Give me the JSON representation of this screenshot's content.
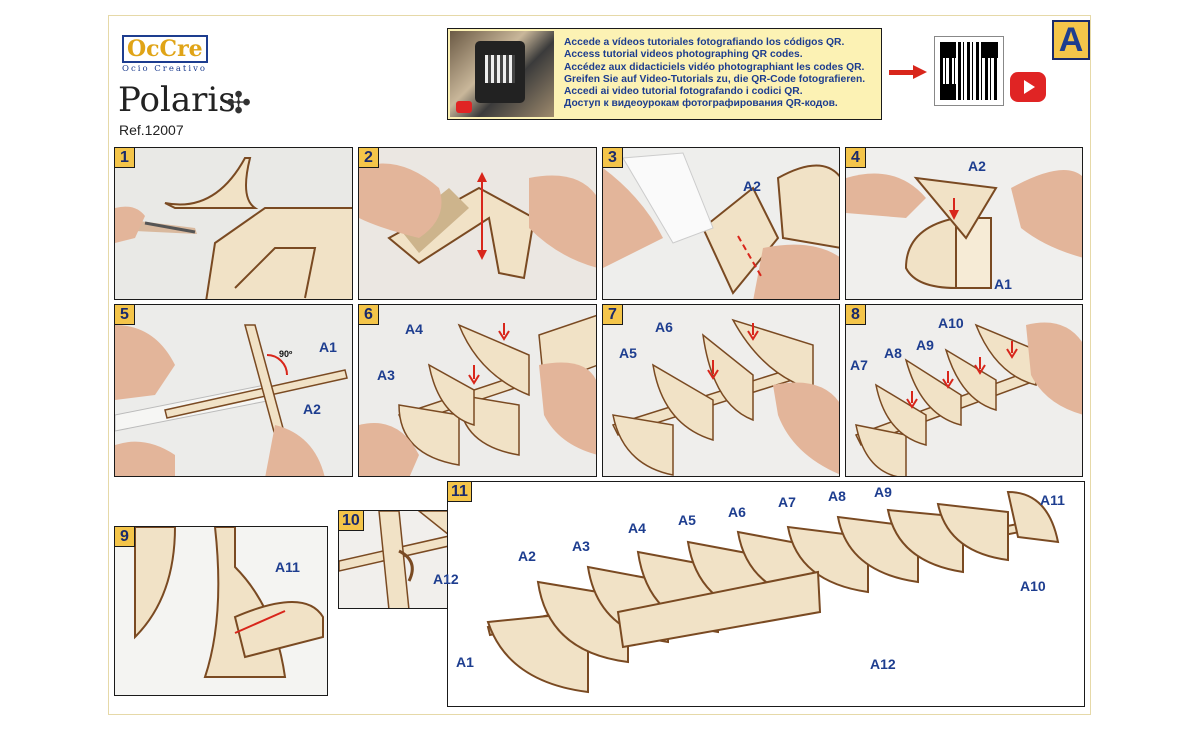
{
  "brand": {
    "logo_text": "OcCre",
    "logo_sub": "Ocio Creativo"
  },
  "product": {
    "name": "Polaris",
    "star_glyph": "✣",
    "ref": "Ref.12007"
  },
  "qr_banner": {
    "lines": [
      "Accede a vídeos tutoriales fotografiando los códigos QR.",
      "Access tutorial videos photographing QR codes.",
      "Accédez aux didacticiels vidéo photographiant les codes QR.",
      "Greifen Sie auf Video-Tutorials zu, die QR-Code fotografieren.",
      "Accedi ai video tutorial fotografando i codici QR.",
      "Доступ к видеоурокам фотографирования QR-кодов."
    ],
    "icons": [
      "youtube-icon",
      "qr-code-icon",
      "arrow-right-icon"
    ]
  },
  "sheet_letter": "A",
  "steps": [
    {
      "num": "1",
      "labels": []
    },
    {
      "num": "2",
      "labels": []
    },
    {
      "num": "3",
      "labels": [
        "A2"
      ]
    },
    {
      "num": "4",
      "labels": [
        "A2",
        "A1"
      ]
    },
    {
      "num": "5",
      "labels": [
        "A1",
        "A2",
        "90º"
      ]
    },
    {
      "num": "6",
      "labels": [
        "A4",
        "A3"
      ]
    },
    {
      "num": "7",
      "labels": [
        "A6",
        "A5"
      ]
    },
    {
      "num": "8",
      "labels": [
        "A10",
        "A8",
        "A9",
        "A7"
      ]
    },
    {
      "num": "9",
      "labels": [
        "A11"
      ]
    },
    {
      "num": "10",
      "labels": [
        "A12"
      ]
    },
    {
      "num": "11",
      "labels": [
        "A2",
        "A3",
        "A4",
        "A5",
        "A6",
        "A7",
        "A8",
        "A9",
        "A11",
        "A10",
        "A12",
        "A1"
      ]
    }
  ],
  "colors": {
    "accent_yellow": "#f4c54a",
    "label_blue": "#1d3d8f",
    "arrow_red": "#d8261b",
    "wood": "#f1e2c6",
    "wood_edge": "#7a4a22",
    "skin": "#e3b59a"
  }
}
